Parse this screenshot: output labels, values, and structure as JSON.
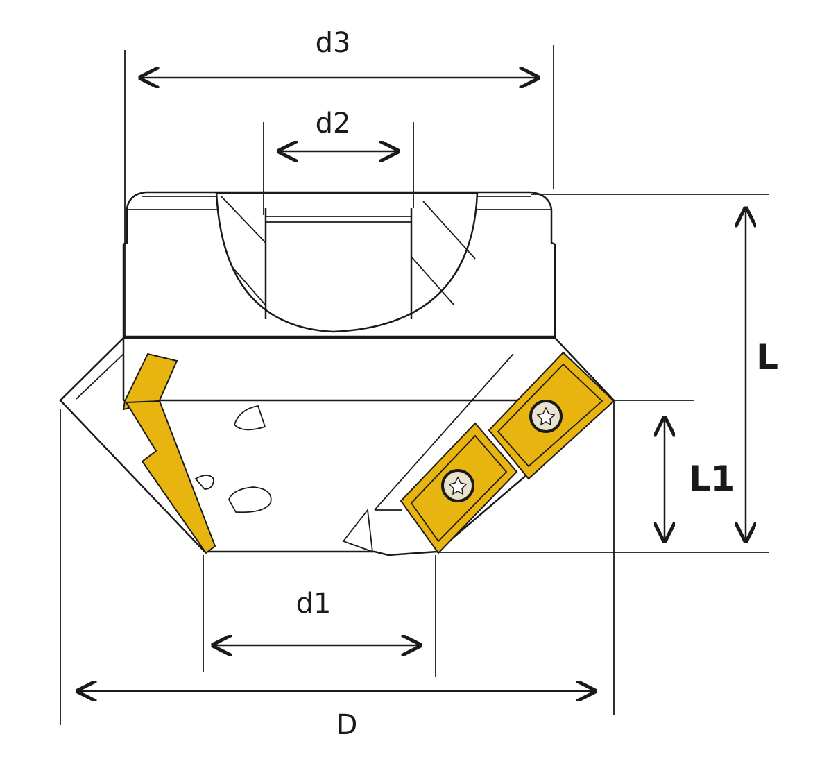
{
  "labels": {
    "d3": "d3",
    "d2": "d2",
    "L": "L",
    "L1": "L1",
    "d1": "d1",
    "D": "D"
  },
  "colors": {
    "insert": "#e8b40f",
    "line": "#1a1a1a",
    "background": "#ffffff"
  }
}
